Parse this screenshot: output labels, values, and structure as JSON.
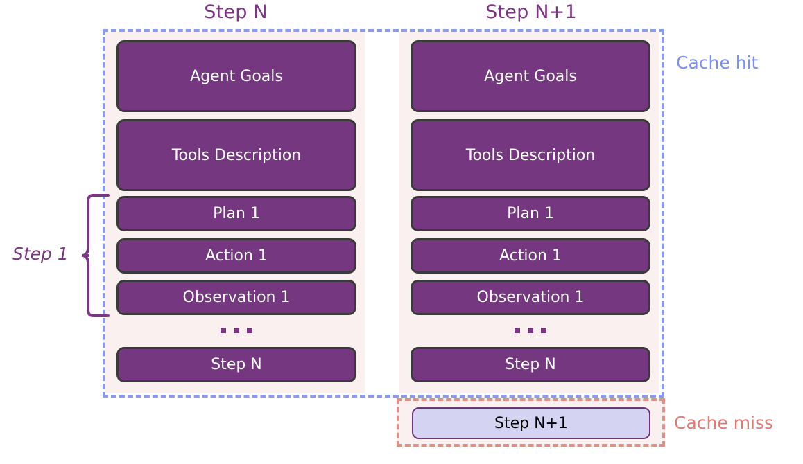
{
  "diagram": {
    "columns": [
      {
        "id": "step-n",
        "title": "Step N",
        "blocks": [
          {
            "label": "Agent Goals",
            "size": "tall"
          },
          {
            "label": "Tools Description",
            "size": "tall"
          },
          {
            "label": "Plan 1",
            "size": "short"
          },
          {
            "label": "Action 1",
            "size": "short"
          },
          {
            "label": "Observation 1",
            "size": "short"
          },
          {
            "label": "Step N",
            "size": "short"
          }
        ],
        "ellipsis": "..."
      },
      {
        "id": "step-n-plus-1",
        "title": "Step N+1",
        "blocks": [
          {
            "label": "Agent Goals",
            "size": "tall"
          },
          {
            "label": "Tools Description",
            "size": "tall"
          },
          {
            "label": "Plan 1",
            "size": "short"
          },
          {
            "label": "Action 1",
            "size": "short"
          },
          {
            "label": "Observation 1",
            "size": "short"
          },
          {
            "label": "Step N",
            "size": "short"
          }
        ],
        "ellipsis": "..."
      }
    ],
    "annotations": {
      "cache_hit": "Cache hit",
      "cache_miss": "Cache miss",
      "step_bracket": "Step 1"
    },
    "new_token_block": {
      "label": "Step N+1"
    },
    "colors": {
      "block_fill": "#753880",
      "block_border": "#3A3A3A",
      "block_text": "#FFFFFF",
      "column_background": "#FBF0F0",
      "cache_hit_border": "#8A9BEC",
      "cache_hit_text": "#7B90F0",
      "cache_miss_border": "#DE9189",
      "cache_miss_text": "#E07A72",
      "title_text": "#7B3582",
      "new_block_fill": "#D4D4F2",
      "new_block_border": "#703478",
      "new_block_text": "#000000",
      "bracket": "#7B3582"
    }
  }
}
